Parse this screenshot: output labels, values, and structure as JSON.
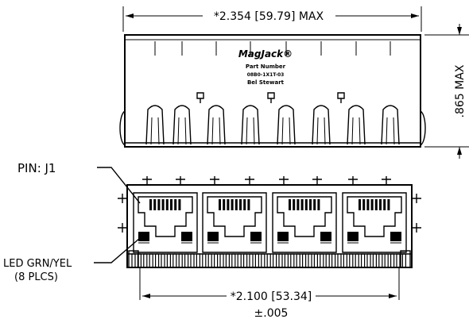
{
  "top_view": {
    "width_dimension": "*2.354 [59.79] MAX",
    "height_dimension": ".865 MAX",
    "brand": "MagJack®",
    "marking_line1": "Part Number",
    "marking_line2": "08B0-1X1T-03",
    "marking_line3": "Bel Stewart"
  },
  "front_view": {
    "pin_label": "PIN: J1",
    "led_label_line1": "LED GRN/YEL",
    "led_label_line2": "(8 PLCS)",
    "pitch_dimension": "*2.100 [53.34]",
    "tolerance": "±.005"
  },
  "colors": {
    "ink": "#000000",
    "paper": "#ffffff"
  }
}
